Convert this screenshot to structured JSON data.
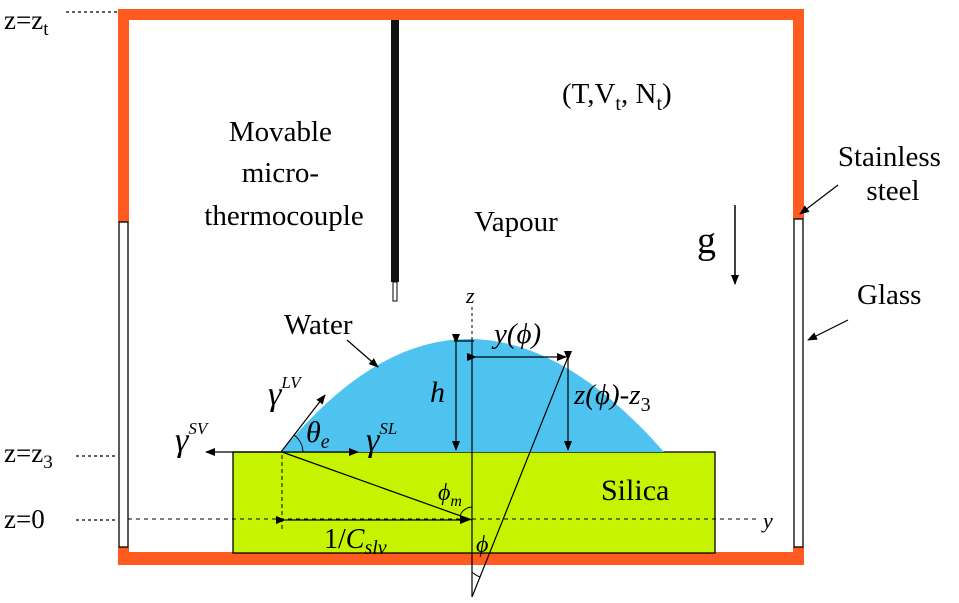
{
  "labels": {
    "z_top": [
      "z=z",
      "t"
    ],
    "z_three": [
      "z=z",
      "3"
    ],
    "z_zero": "z=0",
    "thermocouple": [
      "Movable",
      "micro-",
      "thermocouple"
    ],
    "state": [
      "(T,V",
      "t",
      ", N",
      "t",
      ")"
    ],
    "vapour": "Vapour",
    "stainless": [
      "Stainless",
      "steel"
    ],
    "gravity": "g",
    "glass": "Glass",
    "water": "Water",
    "silica": "Silica",
    "axis_z": "z",
    "axis_y": "y",
    "y_phi": "y(ϕ)",
    "z_phi": [
      "z(ϕ)-z",
      "3"
    ],
    "h": "h",
    "gamma_lv": [
      "γ",
      "LV"
    ],
    "gamma_sv": [
      "γ",
      "SV"
    ],
    "gamma_sl": [
      "γ",
      "SL"
    ],
    "theta_e": [
      "θ",
      "e"
    ],
    "phi_m": [
      "ϕ",
      "m"
    ],
    "phi": "ϕ",
    "inv_c": [
      "1/",
      "C",
      "slv"
    ]
  },
  "colors": {
    "steel": "#ff5a1f",
    "water": "#4fc3f0",
    "silica": "#c6f400",
    "glass_fill": "#ffffff"
  }
}
